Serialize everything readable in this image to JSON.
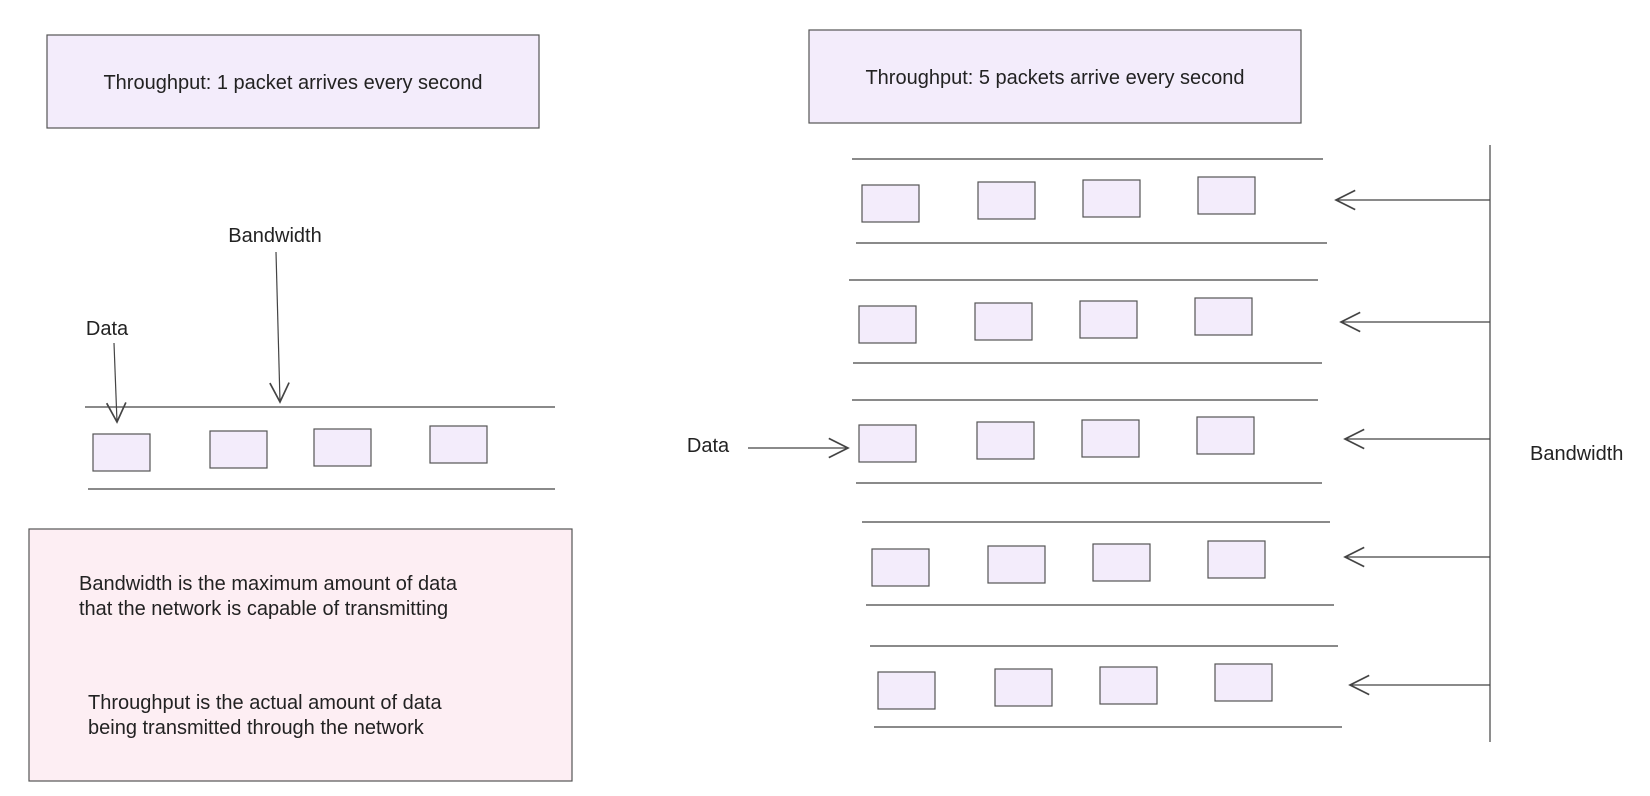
{
  "left": {
    "throughput_label": "Throughput: 1 packet arrives every second",
    "bandwidth_label": "Bandwidth",
    "data_label": "Data"
  },
  "notes": {
    "bandwidth_line1": "Bandwidth is the maximum amount of data",
    "bandwidth_line2": "that the network is capable of transmitting",
    "throughput_line1": "Throughput is the actual amount of data",
    "throughput_line2": "being transmitted through the network"
  },
  "right": {
    "throughput_label": "Throughput: 5 packets arrive every second",
    "data_label": "Data",
    "bandwidth_label": "Bandwidth",
    "lane_count": 5,
    "packets_per_lane": 4
  },
  "colors": {
    "packet_fill": "#f3ecfb",
    "throughput_box_fill": "#f3ecfb",
    "note_box_fill": "#fdeef3",
    "stroke": "#555555"
  }
}
